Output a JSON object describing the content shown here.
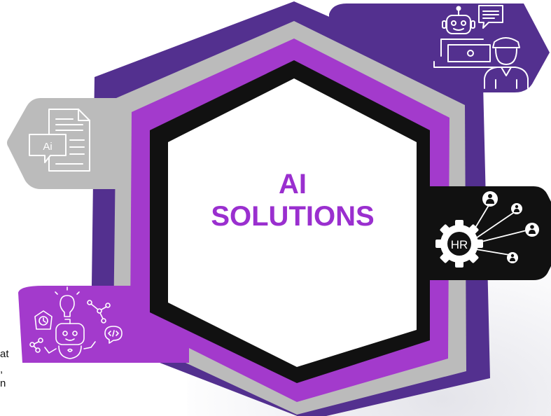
{
  "center": {
    "title_line1": "AI",
    "title_line2": "SOLUTIONS"
  },
  "icons": {
    "top_right": "chatbot-customer-support-icon",
    "left": "ai-document-icon",
    "right": "hr-gear-network-icon",
    "bottom_left": "robot-ideas-icon",
    "hr_label": "HR",
    "doc_label": "Ai"
  },
  "stray_text": {
    "line1": "at",
    "line2": ",",
    "line3": "n"
  },
  "colors": {
    "purple_dark": "#53308f",
    "purple_bright": "#a33acc",
    "gray": "#bbbbbb",
    "black": "#111111",
    "white": "#ffffff",
    "title": "#9a2fcf"
  }
}
